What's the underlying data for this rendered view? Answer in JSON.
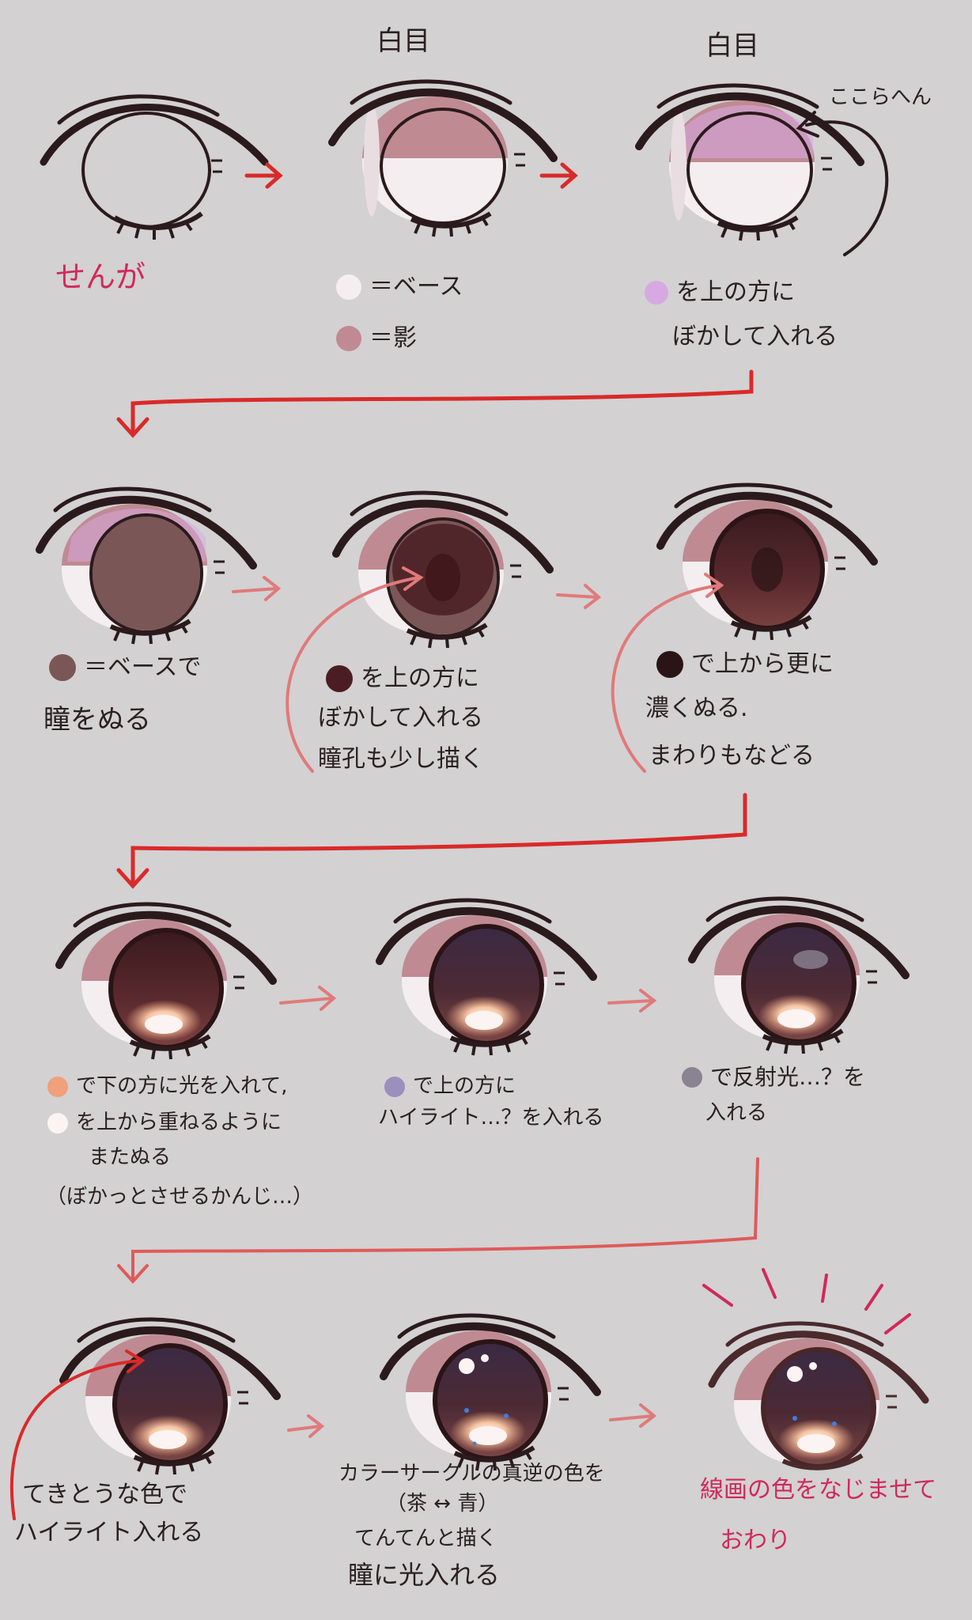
{
  "colors": {
    "background": "#d3d1d2",
    "arrow_red": "#d92a2a",
    "arrow_pink": "#e07a7a",
    "line_art": "#2b1a1c",
    "white_base": "#f4eef0",
    "white_shadow": "#c08a92",
    "lid_purple": "#d7a9e3",
    "iris_base": "#7b5656",
    "iris_dark": "#4a1d22",
    "iris_darkest": "#2a1416",
    "glow_orange": "#f0a07a",
    "glow_white": "#fbf4f2",
    "highlight_purple": "#9a8fbd",
    "reflect_gray": "#8a8392",
    "accent_blue": "#3c7fe0"
  },
  "headers": [
    "白目",
    "白目"
  ],
  "steps": [
    {
      "caption": "せんが"
    },
    {
      "legend": [
        {
          "color": "#f4eef0",
          "text": "＝ベース"
        },
        {
          "color": "#c08a92",
          "text": "＝影"
        }
      ]
    },
    {
      "annotation": "ここらへん",
      "legend": [
        {
          "color": "#d7a9e3",
          "text": "を上の方に"
        }
      ],
      "line2": "ぼかして入れる"
    },
    {
      "legend": [
        {
          "color": "#7b5656",
          "text": "＝ベースで"
        }
      ],
      "line2": "瞳をぬる"
    },
    {
      "legend": [
        {
          "color": "#4a1d22",
          "text": "を上の方に"
        }
      ],
      "line2": "ぼかして入れる",
      "line3": "瞳孔も少し描く"
    },
    {
      "legend": [
        {
          "color": "#2a1416",
          "text": "で上から更に"
        }
      ],
      "line2": "濃くぬる.",
      "line3": "まわりもなどる"
    },
    {
      "legend": [
        {
          "color": "#f0a07a",
          "text": "で下の方に光を入れて,"
        },
        {
          "color": "#fbf4f2",
          "text": "を上から重ねるように"
        }
      ],
      "line3": "またぬる",
      "line4": "（ぼかっとさせるかんじ…）"
    },
    {
      "legend": [
        {
          "color": "#9a8fbd",
          "text": "で上の方に"
        }
      ],
      "line2": "ハイライト…？を入れる"
    },
    {
      "legend": [
        {
          "color": "#8a8392",
          "text": "で反射光…？を"
        }
      ],
      "line2": "入れる"
    },
    {
      "line1": "てきとうな色で",
      "line2": "ハイライト入れる"
    },
    {
      "line1": "カラーサークルの真逆の色を",
      "line2": "（茶 ↔ 青）",
      "line3": "てんてんと描く",
      "line4": "瞳に光入れる"
    },
    {
      "line1": "線画の色をなじませて",
      "line2": "おわり"
    }
  ]
}
